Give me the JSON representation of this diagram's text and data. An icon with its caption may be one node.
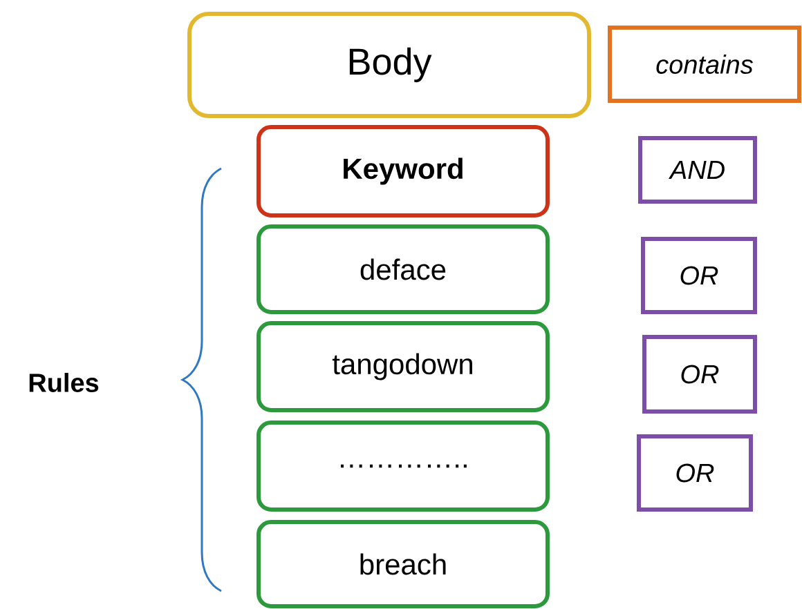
{
  "diagram": {
    "nodes": [
      {
        "text": [
          "Body"
        ]
      },
      {
        "text": [
          "contains"
        ]
      },
      {
        "text": [
          "Keyword"
        ]
      },
      {
        "text": [
          "AND"
        ]
      },
      {
        "text": [
          "deface"
        ]
      },
      {
        "text": [
          "OR"
        ]
      },
      {
        "text": [
          "tangodown"
        ]
      },
      {
        "text": [
          "OR"
        ]
      },
      {
        "text": [
          "………….."
        ]
      },
      {
        "text": [
          "OR"
        ]
      },
      {
        "text": [
          "breach"
        ]
      }
    ],
    "labels": [
      "Rules"
    ]
  }
}
